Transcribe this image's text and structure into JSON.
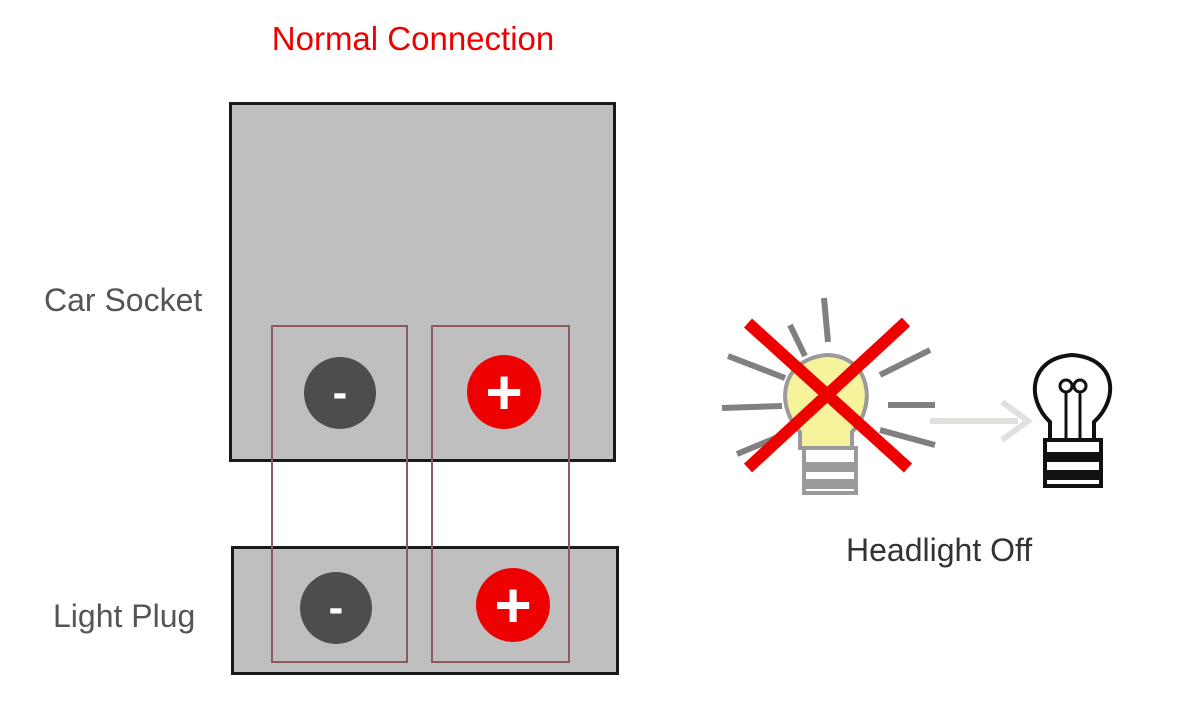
{
  "diagram": {
    "title": "Normal Connection",
    "car_socket_label": "Car Socket",
    "light_plug_label": "Light Plug",
    "result_label": "Headlight Off",
    "socket_negative_symbol": "-",
    "socket_positive_symbol": "+",
    "plug_negative_symbol": "-",
    "plug_positive_symbol": "+"
  },
  "colors": {
    "title": "#ee0000",
    "label": "#555555",
    "connector_body": "#bfbfbf",
    "negative_pin": "#4d4d4d",
    "positive_pin": "#ee0000",
    "alignment_guide": "#8c5a5a",
    "cross_mark": "#ee0000",
    "lit_bulb": "#f6f39c",
    "arrow": "#e0e0dc"
  },
  "icons": {
    "lit_bulb": "lit-bulb-icon",
    "cross": "cross-icon",
    "arrow": "arrow-right-icon",
    "off_bulb": "off-bulb-icon"
  }
}
